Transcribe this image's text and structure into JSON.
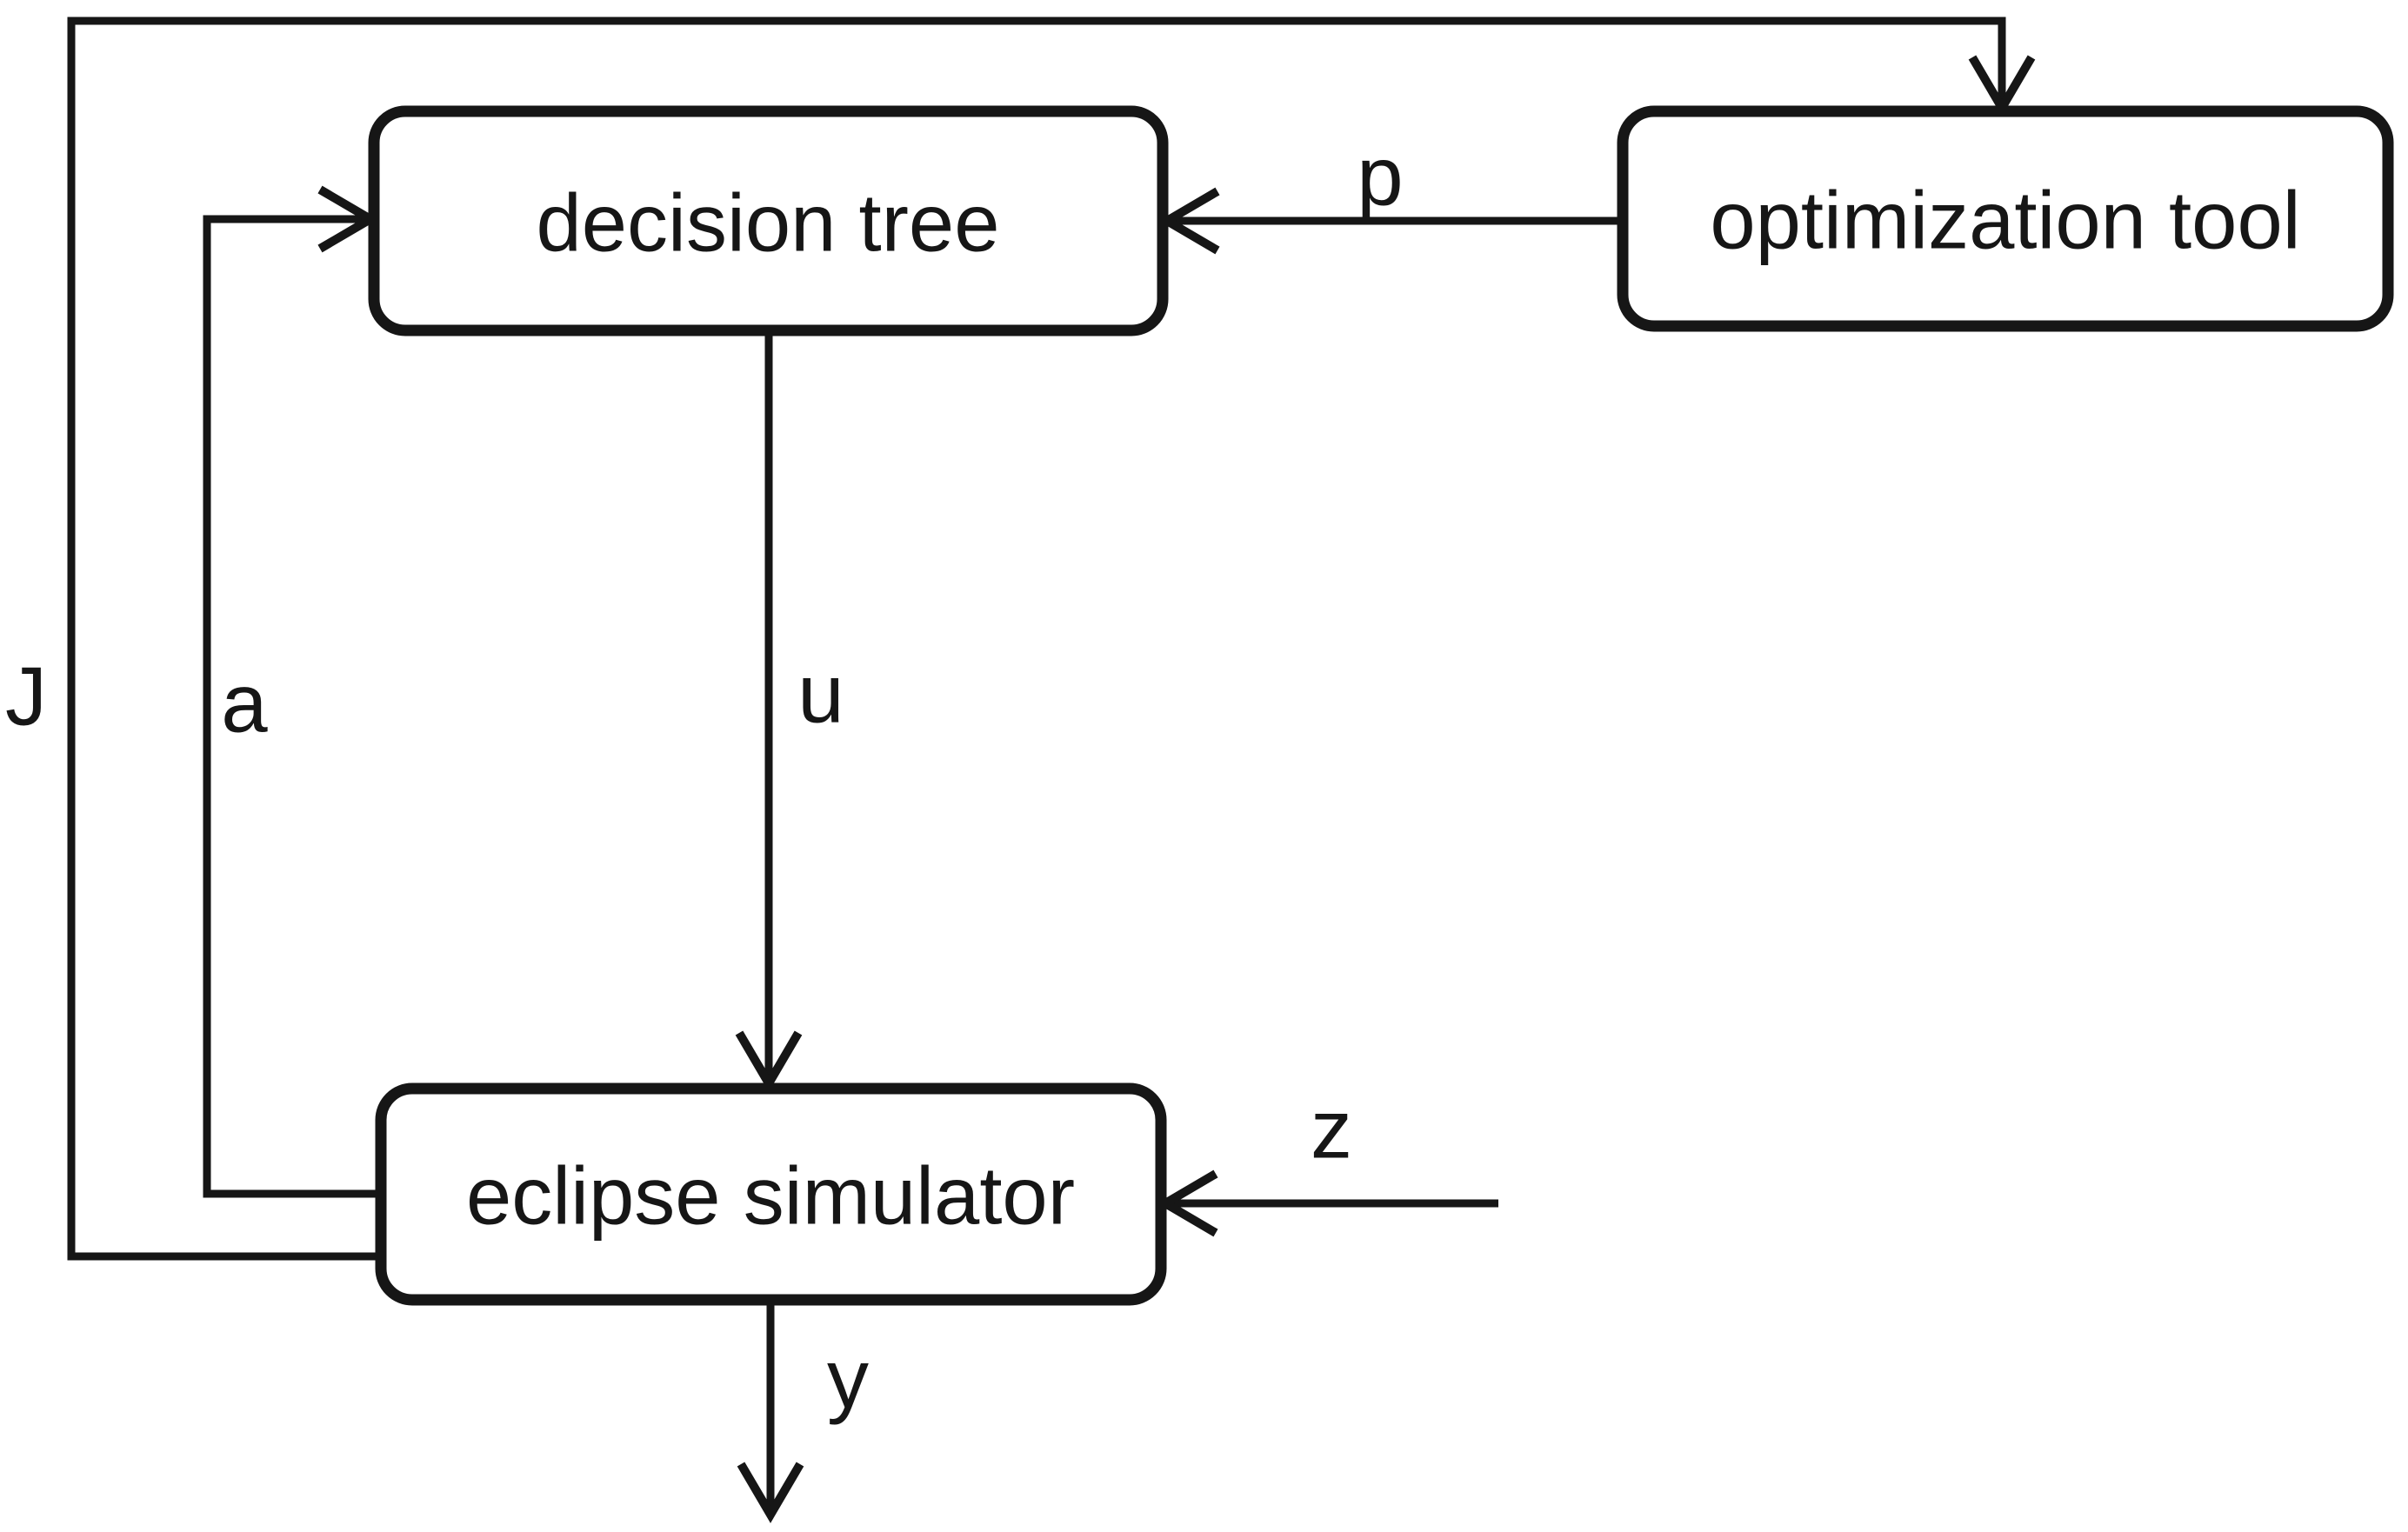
{
  "figure": {
    "background_color": "#ffffff",
    "line_color": "#161616",
    "nodes": {
      "decision_tree": {
        "label": "decision tree"
      },
      "optimization_tool": {
        "label": "optimization tool"
      },
      "eclipse_simulator": {
        "label": "eclipse simulator"
      }
    },
    "edges": {
      "p": {
        "label": "p",
        "from": "optimization_tool",
        "to": "decision_tree"
      },
      "u": {
        "label": "u",
        "from": "decision_tree",
        "to": "eclipse_simulator"
      },
      "a": {
        "label": "a",
        "from": "eclipse_simulator",
        "to": "decision_tree"
      },
      "J": {
        "label": "J",
        "from": "eclipse_simulator",
        "to": "optimization_tool"
      },
      "z": {
        "label": "z",
        "from": "external_input",
        "to": "eclipse_simulator"
      },
      "y": {
        "label": "y",
        "from": "eclipse_simulator",
        "to": "external_output"
      }
    }
  }
}
